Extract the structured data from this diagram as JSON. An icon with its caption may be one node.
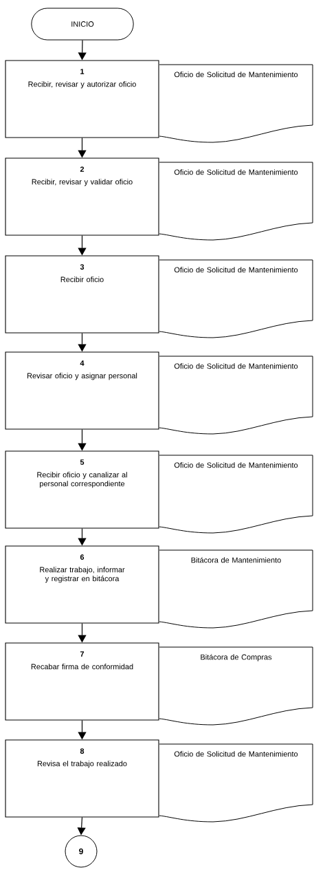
{
  "diagram": {
    "nodes": [
      {
        "text": [
          "INICIO"
        ]
      },
      {
        "text": [
          "1",
          "Recibir,  revisar y autorizar oficio"
        ]
      },
      {
        "text": [
          "Oficio de Solicitud de Mantenimiento"
        ]
      },
      {
        "text": [
          "2",
          "Recibir, revisar y validar oficio"
        ]
      },
      {
        "text": [
          "Oficio de Solicitud de Mantenimiento"
        ]
      },
      {
        "text": [
          "3",
          "Recibir oficio"
        ]
      },
      {
        "text": [
          "Oficio de Solicitud de Mantenimiento"
        ]
      },
      {
        "text": [
          "4",
          "Revisar oficio y asignar personal"
        ]
      },
      {
        "text": [
          "Oficio de Solicitud de Mantenimiento"
        ]
      },
      {
        "text": [
          "5",
          "Recibir oficio y canalizar al personal correspondiente"
        ]
      },
      {
        "text": [
          "Oficio de Solicitud de Mantenimiento"
        ]
      },
      {
        "text": [
          "6",
          "Realizar trabajo, informar y registrar en bitácora"
        ]
      },
      {
        "text": [
          "Bitácora de Mantenimiento"
        ]
      },
      {
        "text": [
          "7",
          "Recabar firma de conformidad"
        ]
      },
      {
        "text": [
          "Bitácora de Compras"
        ]
      },
      {
        "text": [
          "8",
          "Revisa el trabajo realizado"
        ]
      },
      {
        "text": [
          "Oficio de Solicitud de Mantenimiento"
        ]
      },
      {
        "text": [
          "9"
        ]
      }
    ],
    "edges": [
      {
        "from": 0,
        "to": 1,
        "arrow": "to"
      },
      {
        "from": 1,
        "to": 3,
        "arrow": "to"
      },
      {
        "from": 3,
        "to": 5,
        "arrow": "to"
      },
      {
        "from": 5,
        "to": 7,
        "arrow": "to"
      },
      {
        "from": 7,
        "to": 9,
        "arrow": "to"
      },
      {
        "from": 9,
        "to": 11,
        "arrow": "to"
      },
      {
        "from": 11,
        "to": 13,
        "arrow": "to"
      },
      {
        "from": 13,
        "to": 15,
        "arrow": "to"
      },
      {
        "from": 15,
        "to": 17,
        "arrow": "to"
      }
    ]
  }
}
